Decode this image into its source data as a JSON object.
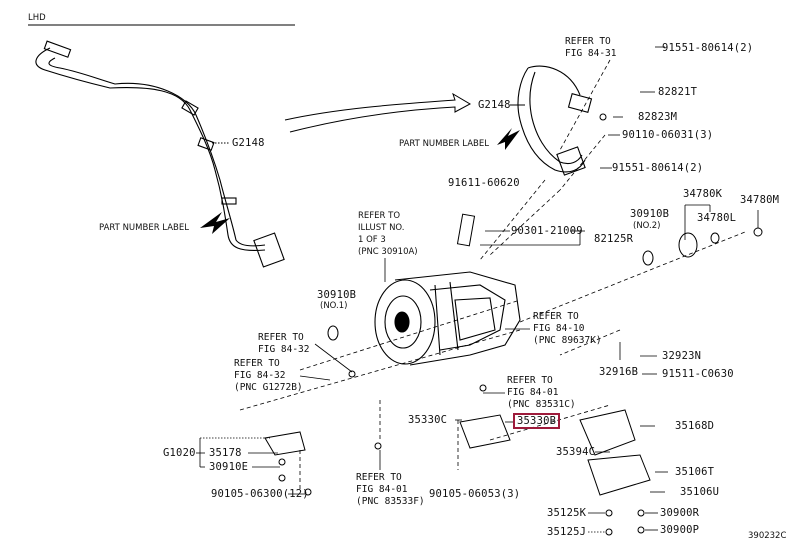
{
  "header": {
    "code": "LHD"
  },
  "footer": {
    "figure_code": "390232C"
  },
  "highlight_color": "#9e1b3b",
  "callouts": {
    "left_harness": "G2148",
    "left_label_note": "PART NUMBER LABEL",
    "right_harness": "G2148",
    "right_label_note": "PART NUMBER LABEL",
    "refer_84_31": "REFER TO\nFIG 84-31",
    "p91551_top": "91551-80614(2)",
    "p82821T": "82821T",
    "p82823M": "82823M",
    "p90110": "90110-06031(3)",
    "p91551_bottom": "91551-80614(2)",
    "p91611": "91611-60620",
    "refer_illust": "REFER TO\nILLUST NO.\n1 OF 3\n(PNC 30910A)",
    "p90301": "90301-21009",
    "p82125R": "82125R",
    "p30910B_no2": "30910B",
    "p30910B_no2_sub": "(NO.2)",
    "p34780K": "34780K",
    "p34780L": "34780L",
    "p34780M": "34780M",
    "p30910B_no1": "30910B",
    "p30910B_no1_sub": "(NO.1)",
    "refer_84_32a": "REFER TO\nFIG 84-32",
    "refer_84_32b": "REFER TO\nFIG 84-32\n(PNC G1272B)",
    "refer_84_10": "REFER TO\nFIG 84-10\n(PNC 89637K)",
    "p32916B": "32916B",
    "p32923N": "32923N",
    "p91511": "91511-C0630",
    "refer_84_01a": "REFER TO\nFIG 84-01\n(PNC 83531C)",
    "p35330C": "35330C",
    "p35330B": "35330B",
    "p35168D": "35168D",
    "p35394C": "35394C",
    "p35106T": "35106T",
    "p35106U": "35106U",
    "p30900R": "30900R",
    "p30900P": "30900P",
    "p35125K": "35125K",
    "p35125J": "35125J",
    "pG1020": "G1020",
    "p35178": "35178",
    "p30910E": "30910E",
    "p90105_12": "90105-06300(12)",
    "refer_84_01b": "REFER TO\nFIG 84-01\n(PNC 83533F)",
    "p90105_3": "90105-06053(3)"
  }
}
